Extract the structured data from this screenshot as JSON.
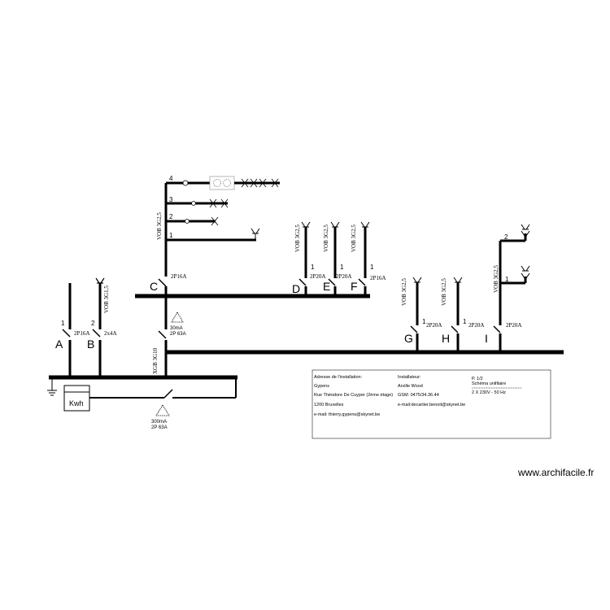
{
  "diagram": {
    "title": "Schéma unifilaire",
    "watermark": "www.archifacile.fr",
    "meter_label": "Kwh",
    "main_breaker": {
      "line1": "300mA",
      "line2": "2P 63A"
    },
    "differential": {
      "line1": "30mA",
      "line2": "2P 63A"
    },
    "main_cable": "XGB 3G10",
    "circuits": [
      {
        "letter": "A",
        "number": "1",
        "breaker": "2P16A",
        "cable": ""
      },
      {
        "letter": "B",
        "number": "2",
        "breaker": "2x4A",
        "cable": "VOB 3G1,5"
      },
      {
        "letter": "C",
        "breaker": "2P16A",
        "cable": "VOB 3G2,5",
        "subcircuits": [
          "1",
          "2",
          "3",
          "4"
        ]
      },
      {
        "letter": "D",
        "number": "1",
        "breaker": "2P20A",
        "cable": "VOB 3G2,5"
      },
      {
        "letter": "E",
        "number": "1",
        "breaker": "2P20A",
        "cable": "VOB 3G2,5"
      },
      {
        "letter": "F",
        "number": "1",
        "breaker": "2P16A",
        "cable": "VOB 3G2,5"
      },
      {
        "letter": "G",
        "number": "1",
        "breaker": "2P20A",
        "cable": "VOB 3G2,5"
      },
      {
        "letter": "H",
        "number": "1",
        "breaker": "2P20A",
        "cable": "VOB 3G2,5"
      },
      {
        "letter": "I",
        "numbers": [
          "1",
          "2"
        ],
        "breaker": "2P20A",
        "cable": "VOB 3G2,5"
      }
    ]
  },
  "info_box": {
    "address_label": "Adresse de l'installation:",
    "client_name": "Gypens",
    "street": "Rue Théodore De Cuyper (2ème étage)",
    "city": "1200 Bruxelles",
    "client_email": "e-mail: thierry.gypens@skynet.be",
    "installer_label": "Installateur:",
    "installer_name": "Arville Wood",
    "installer_gsm": "GSM: 0475/34.36.44",
    "installer_email": "e-mail:decartier.benoit@skynet.be",
    "page": "P. 1/2",
    "schema_title": "Schéma unifilaire",
    "supply": "2 X 230V - 50 Hz"
  }
}
